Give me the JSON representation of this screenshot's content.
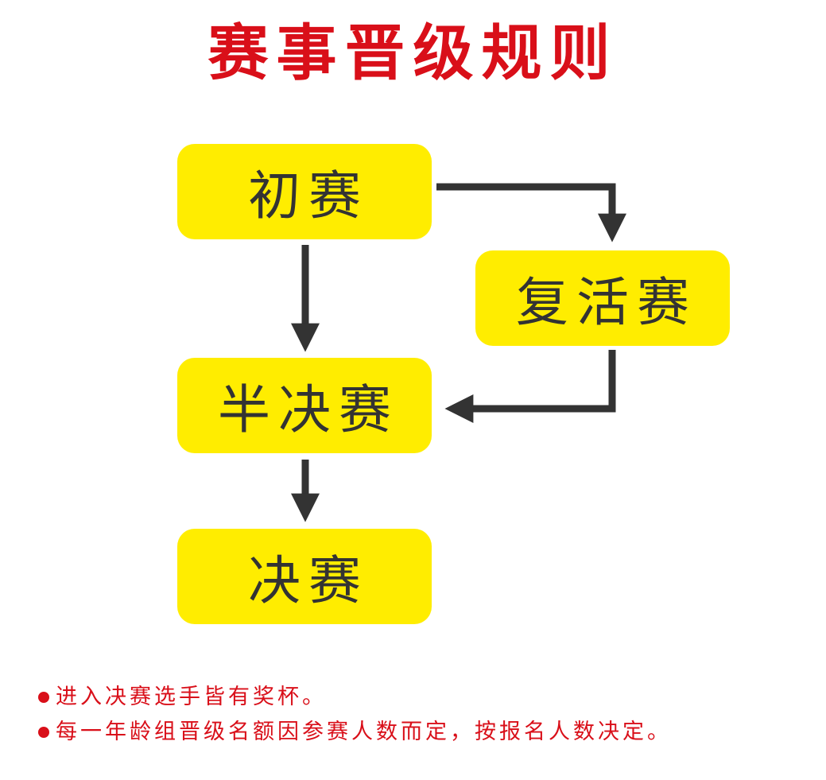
{
  "title": "赛事晋级规则",
  "stages": {
    "preliminary": "初赛",
    "repechage": "复活赛",
    "semifinal": "半决赛",
    "final": "决赛"
  },
  "notes": [
    "进入决赛选手皆有奖杯。",
    "每一年龄组晋级名额因参赛人数而定，按报名人数决定。"
  ],
  "colors": {
    "title": "#d90f19",
    "box_fill": "#ffed00",
    "box_text": "#333333",
    "arrow": "#333333",
    "notes": "#d90f19"
  }
}
